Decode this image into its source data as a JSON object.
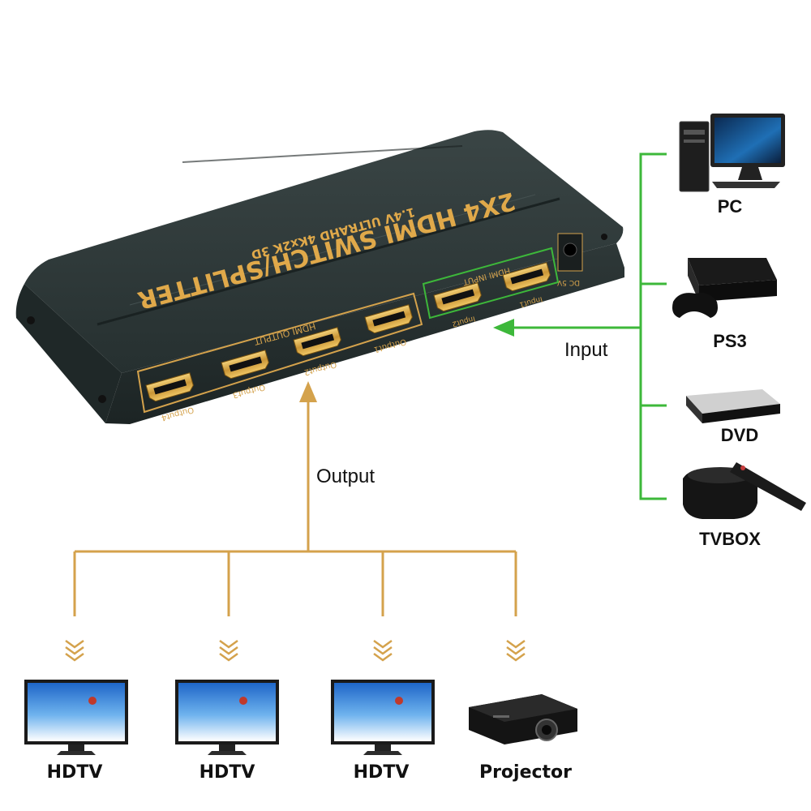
{
  "device": {
    "title": "2X4 HDMI SWITCH/SPLITTER",
    "subtitle": "1.4V ULTRAHD 4Kx2K 3D",
    "output_group_label": "HDMI OUTPUT",
    "input_group_label": "HDMI INPUT",
    "power_label": "DC 5V",
    "output_ports": [
      "Output4",
      "Output3",
      "Output2",
      "Output1"
    ],
    "input_ports": [
      "Input2",
      "Input1"
    ]
  },
  "flow": {
    "input_label": "Input",
    "output_label": "Output"
  },
  "sources": [
    {
      "label": "PC",
      "icon": "pc-icon"
    },
    {
      "label": "PS3",
      "icon": "ps3-console-icon"
    },
    {
      "label": "DVD",
      "icon": "dvd-player-icon"
    },
    {
      "label": "TVBOX",
      "icon": "tv-box-icon"
    }
  ],
  "displays": [
    {
      "label": "HDTV",
      "icon": "hdtv-icon"
    },
    {
      "label": "HDTV",
      "icon": "hdtv-icon"
    },
    {
      "label": "HDTV",
      "icon": "hdtv-icon"
    },
    {
      "label": "Projector",
      "icon": "projector-icon"
    }
  ],
  "colors": {
    "input_line": "#3db83a",
    "output_line": "#d4a24c",
    "device_body": "#2c3636",
    "gold_text": "#e0a94a"
  }
}
